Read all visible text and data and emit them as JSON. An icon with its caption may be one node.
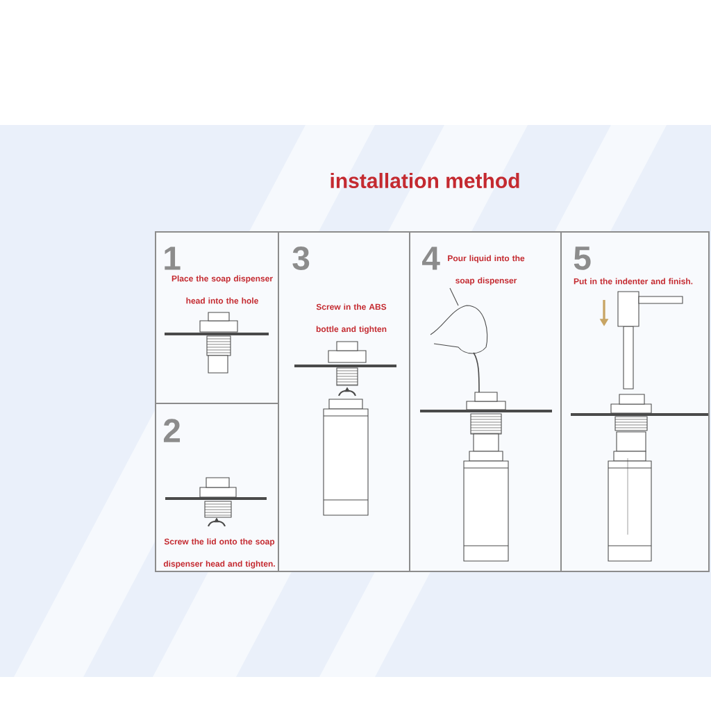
{
  "diagram": {
    "title": "installation method",
    "nodes": [
      {
        "text": [
          "1",
          "Place the soap dispenser head into the hole"
        ]
      },
      {
        "text": [
          "2",
          "Screw the lid onto the soap dispenser head and tighten."
        ]
      },
      {
        "text": [
          "3",
          "Screw in the ABS bottle and tighten"
        ]
      },
      {
        "text": [
          "4",
          "Pour liquid into the soap dispenser"
        ]
      },
      {
        "text": [
          "5",
          "Put in the indenter and finish."
        ]
      }
    ]
  }
}
